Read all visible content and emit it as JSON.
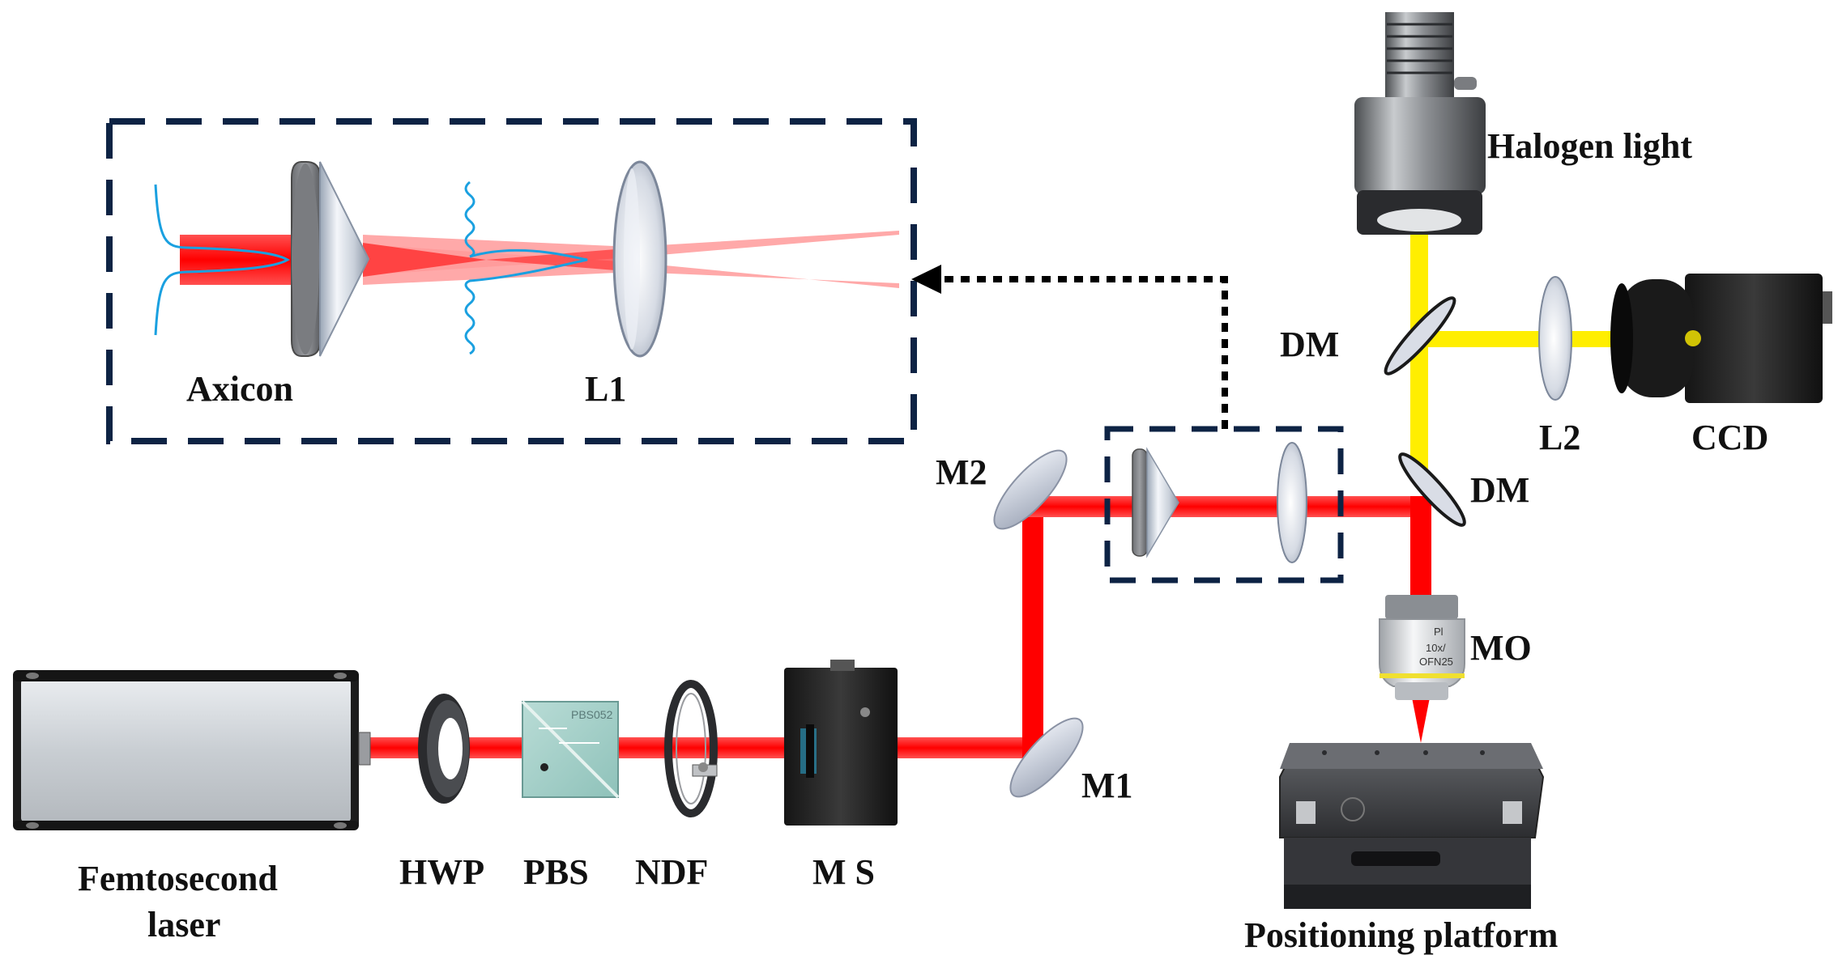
{
  "labels": {
    "axicon": "Axicon",
    "l1": "L1",
    "halogen": "Halogen light",
    "dm_top": "DM",
    "l2": "L2",
    "ccd": "CCD",
    "m2": "M2",
    "dm_bottom": "DM",
    "mo": "MO",
    "femto_line1": "Femtosecond",
    "femto_line2": "laser",
    "hwp": "HWP",
    "pbs": "PBS",
    "ndf": "NDF",
    "ms": "M S",
    "m1": "M1",
    "platform": "Positioning platform"
  },
  "component_text": {
    "pbs_model": "PBS052",
    "mo_line1": "Pl",
    "mo_line2": "10x/",
    "mo_line3": "OFN25"
  },
  "colors": {
    "laser_beam": "#ff0000",
    "visible_beam": "#ffee00",
    "enclosure_dash": "#0d2344",
    "profile_curve": "#1aa0e0",
    "arrow": "#000000"
  },
  "icons": [
    "femtosecond-laser-box",
    "half-wave-plate",
    "polarizing-beam-splitter-cube",
    "neutral-density-filter-wheel",
    "mechanical-shutter",
    "mirror",
    "axicon-lens",
    "convex-lens",
    "dichroic-mirror",
    "halogen-lamp",
    "ccd-camera",
    "microscope-objective",
    "positioning-stage"
  ]
}
